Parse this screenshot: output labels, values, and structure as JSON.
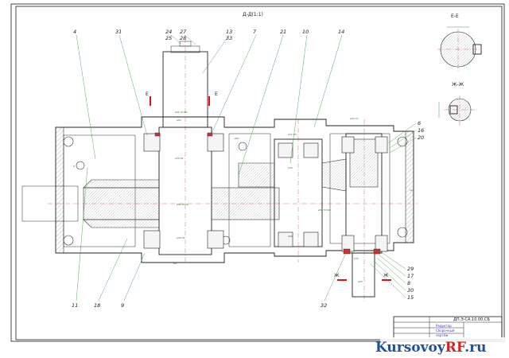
{
  "drawing": {
    "view_title": "Д-Д(1:1)",
    "section_e": "Е-Е",
    "section_zh": "Ж-Ж",
    "doc_code": "ДП.Э-СА.10.00.СБ",
    "title_block_lines": [
      "Редуктор",
      "Сборочный",
      "чертёж"
    ],
    "sheet_marks": [
      "Е",
      "Е",
      "Ж",
      "Ж"
    ],
    "callouts_top": [
      "4",
      "31",
      "24",
      "25",
      "27",
      "28",
      "13",
      "33",
      "7",
      "21",
      "10",
      "14"
    ],
    "callouts_right": [
      "6",
      "16",
      "20",
      "29",
      "17",
      "8",
      "30",
      "15"
    ],
    "callouts_bottom": [
      "11",
      "18",
      "9",
      "32"
    ],
    "dim_labels": [
      "ø42 H7/k6",
      "ø52",
      "ø35 k6",
      "ø60 H7/r6",
      "ø40 k6",
      "ø47",
      "ø62",
      "ø72 H7",
      "ø30",
      "ø50 H7/k6",
      "ø80",
      "ø90 H7",
      "ø35",
      "ø25",
      "8",
      "10"
    ]
  },
  "watermark": {
    "main": "Kursovoy",
    "accent": "RF",
    "tld": ".ru"
  },
  "colors": {
    "leader": "#46a046",
    "center": "#b03030",
    "marker": "#dd1111",
    "watermark_blue": "#1f4fa0",
    "watermark_red": "#d42020"
  }
}
